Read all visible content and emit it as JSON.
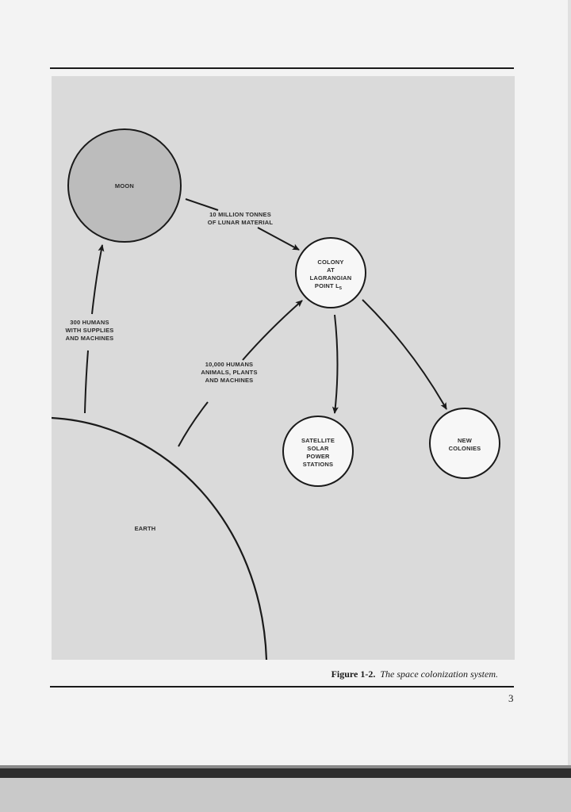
{
  "figure": {
    "nodes": {
      "moon": "MOON",
      "earth": "EARTH",
      "colony": [
        "COLONY",
        "AT",
        "LAGRANGIAN",
        "POINT L",
        "5"
      ],
      "satellite": [
        "SATELLITE",
        "SOLAR",
        "POWER",
        "STATIONS"
      ],
      "new_colonies": [
        "NEW",
        "COLONIES"
      ]
    },
    "edges": {
      "earth_to_moon": [
        "300 HUMANS",
        "WITH SUPPLIES",
        "AND MACHINES"
      ],
      "moon_to_colony": [
        "10 MILLION TONNES",
        "OF LUNAR MATERIAL"
      ],
      "earth_to_colony": [
        "10,000 HUMANS",
        "ANIMALS, PLANTS",
        "AND MACHINES"
      ]
    },
    "caption_label": "Figure 1-2.",
    "caption_text": "The space colonization system."
  },
  "page_number": "3"
}
